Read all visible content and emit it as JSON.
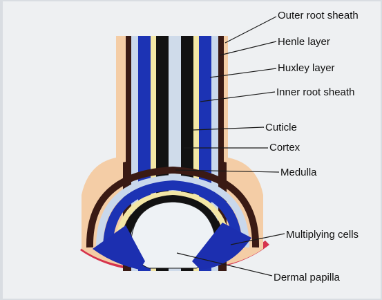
{
  "diagram": {
    "colors": {
      "background": "#eef0f2",
      "outer_root_sheath": "#f4cda6",
      "henle_layer": "#3a1a14",
      "huxley_layer": "#c9d8ec",
      "inner_root_sheath": "#1c33b4",
      "cuticle": "#f3e7a6",
      "cortex": "#121212",
      "medulla": "#cfdbea",
      "multiplying_cells": "#1c2fb0",
      "basement": "#d6334c",
      "leader_line": "#1a1a1a"
    },
    "labels": [
      {
        "id": "outer-root-sheath",
        "text": "Outer root sheath"
      },
      {
        "id": "henle-layer",
        "text": "Henle layer"
      },
      {
        "id": "huxley-layer",
        "text": "Huxley layer"
      },
      {
        "id": "inner-root-sheath",
        "text": "Inner root sheath"
      },
      {
        "id": "cuticle",
        "text": "Cuticle"
      },
      {
        "id": "cortex",
        "text": "Cortex"
      },
      {
        "id": "medulla",
        "text": "Medulla"
      },
      {
        "id": "multiplying-cells",
        "text": "Multiplying cells"
      },
      {
        "id": "dermal-papilla",
        "text": "Dermal papilla"
      }
    ]
  }
}
